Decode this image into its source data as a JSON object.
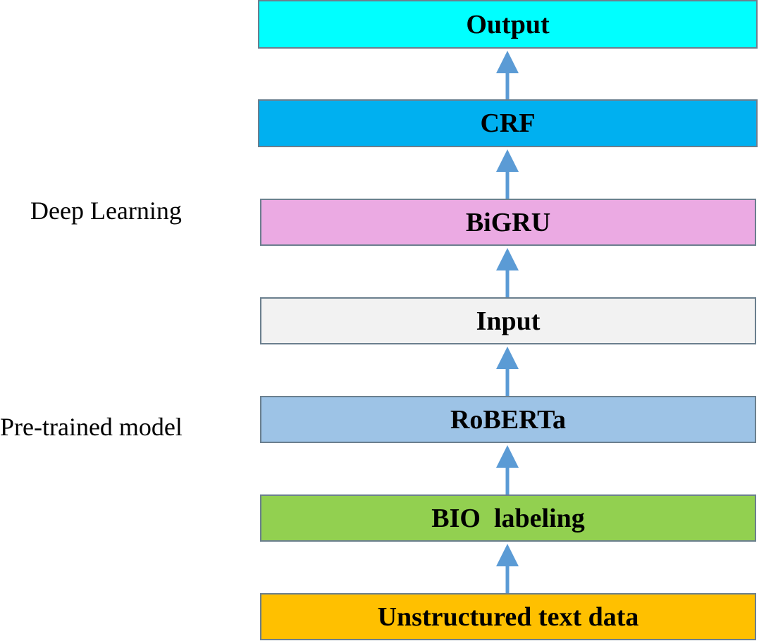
{
  "layers": [
    {
      "id": "output",
      "label": "Output",
      "color": "#00ffff"
    },
    {
      "id": "crf",
      "label": "CRF",
      "color": "#00b0f0"
    },
    {
      "id": "bigru",
      "label": "BiGRU",
      "color": "#ebaae3"
    },
    {
      "id": "input",
      "label": "Input",
      "color": "#f2f2f2"
    },
    {
      "id": "roberta",
      "label": "RoBERTa",
      "color": "#9dc3e6"
    },
    {
      "id": "bio",
      "label": "BIO  labeling",
      "color": "#92d050"
    },
    {
      "id": "unstructured",
      "label": "Unstructured text data",
      "color": "#ffc000"
    }
  ],
  "side_labels": {
    "deep_learning": "Deep Learning",
    "pretrained": "Pre-trained model"
  },
  "arrow_color": "#5b9bd5"
}
